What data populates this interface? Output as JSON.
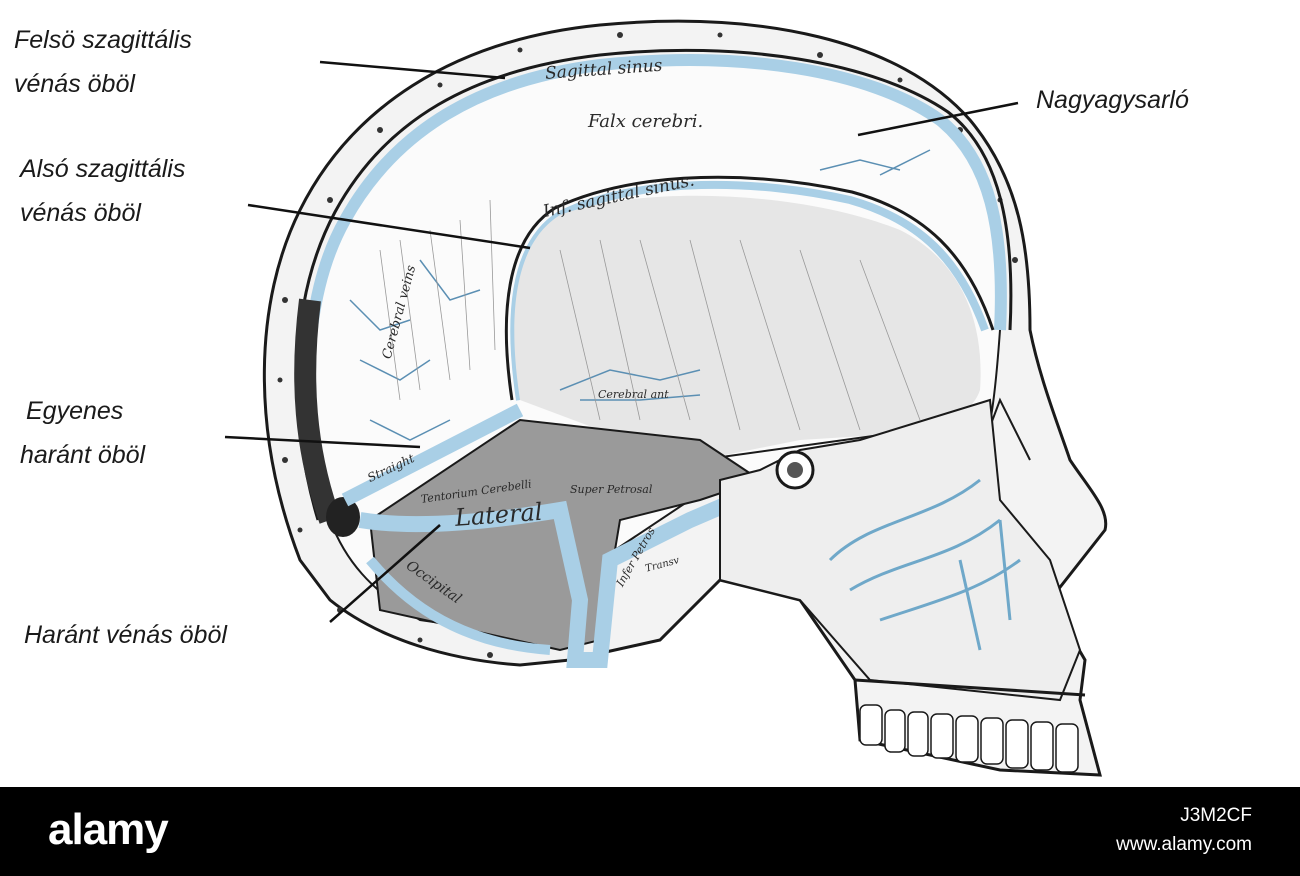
{
  "labels": {
    "superior_sagittal_line1": "Felsö szagittális",
    "superior_sagittal_line2": "vénás öböl",
    "inferior_sagittal_line1": "Alsó szagittális",
    "inferior_sagittal_line2": "vénás öböl",
    "straight_sinus_line1": "Egyenes",
    "straight_sinus_line2": "haránt öböl",
    "transverse_sinus": "Haránt vénás öböl",
    "falx": "Nagyagysarló"
  },
  "engraving_labels": {
    "sagittal_sinus": "Sagittal sinus",
    "falx_cerebri": "Falx cerebri.",
    "inf_sagittal_sinus": "Inf. sagittal sinus.",
    "cerebral_veins": "Cerebral veins",
    "lateral": "Lateral",
    "occipital": "Occipital",
    "tentorium": "Tentorium Cerebelli",
    "sup_petrosal": "Super Petrosal",
    "inf_petrosal": "Infer Petros",
    "straight": "Straight",
    "cerebral_ant": "Cerebral ant",
    "transv": "Transv"
  },
  "footer": {
    "brand": "alamy",
    "stock_id": "J3M2CF",
    "site": "www.alamy.com"
  },
  "colors": {
    "sinus_blue": "#a9cfe6",
    "bone": "#f3f3f3",
    "ink": "#1a1a1a"
  }
}
